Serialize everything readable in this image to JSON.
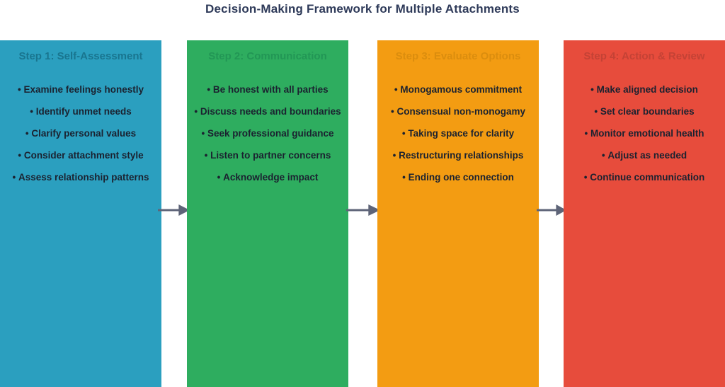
{
  "title": "Decision-Making Framework for Multiple Attachments",
  "colors": {
    "background": "#ffffff",
    "title_text": "#2e3a59",
    "bullet_text": "#1b2230",
    "arrow": "#5e6478",
    "column_backgrounds": [
      "#2b9fbf",
      "#2ead5f",
      "#f39c12",
      "#e74c3c"
    ],
    "column_header_texts": [
      "#19758f",
      "#229655",
      "#db8d0e",
      "#c44235"
    ]
  },
  "columns": [
    {
      "header": "Step 1: Self-Assessment",
      "items": [
        "Examine feelings honestly",
        "Identify unmet needs",
        "Clarify personal values",
        "Consider attachment style",
        "Assess relationship patterns"
      ]
    },
    {
      "header": "Step 2: Communication",
      "items": [
        "Be honest with all parties",
        "Discuss needs and boundaries",
        "Seek professional guidance",
        "Listen to partner concerns",
        "Acknowledge impact"
      ]
    },
    {
      "header": "Step 3: Evaluate Options",
      "items": [
        "Monogamous commitment",
        "Consensual non-monogamy",
        "Taking space for clarity",
        "Restructuring relationships",
        "Ending one connection"
      ]
    },
    {
      "header": "Step 4: Action & Review",
      "items": [
        "Make aligned decision",
        "Set clear boundaries",
        "Monitor emotional health",
        "Adjust as needed",
        "Continue communication"
      ]
    }
  ]
}
